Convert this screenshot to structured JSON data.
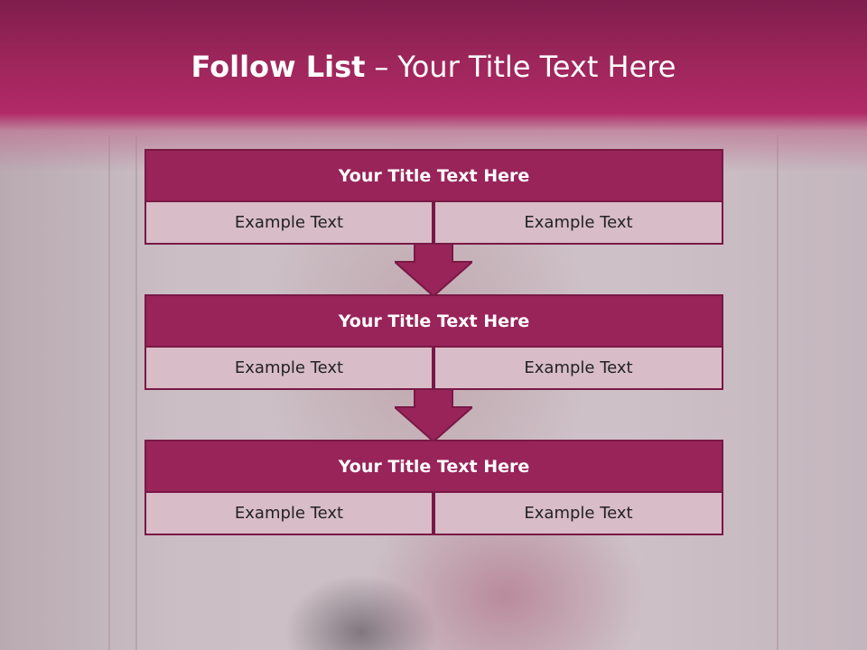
{
  "slide": {
    "title_main": "Follow List",
    "title_separator": "–",
    "title_rest": "Your Title Text Here"
  },
  "blocks": [
    {
      "title": "Your Title Text Here",
      "left": "Example Text",
      "right": "Example Text"
    },
    {
      "title": "Your Title Text Here",
      "left": "Example Text",
      "right": "Example Text"
    },
    {
      "title": "Your Title Text Here",
      "left": "Example Text",
      "right": "Example Text"
    }
  ],
  "colors": {
    "header": "#9a2559",
    "block_header": "#98245a",
    "cell": "#d8bcc8",
    "border": "#7a1845"
  }
}
